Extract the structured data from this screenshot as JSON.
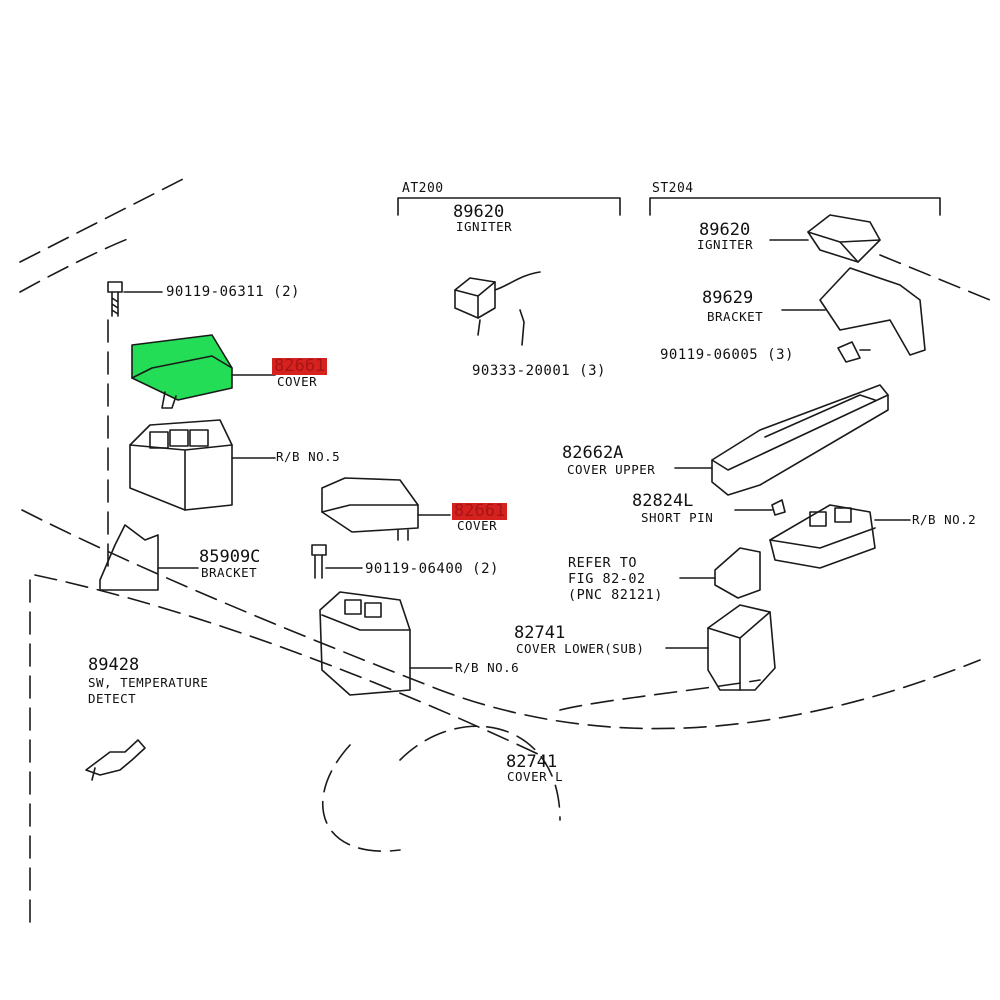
{
  "colors": {
    "line": "#1a1a1a",
    "highlight_part": "#22dd55",
    "highlight_label": "#d6221f"
  },
  "groups": {
    "at200": "AT200",
    "st204": "ST204"
  },
  "parts": {
    "igniter_at": {
      "number": "89620",
      "name": "IGNITER"
    },
    "igniter_st": {
      "number": "89620",
      "name": "IGNITER"
    },
    "bracket_st": {
      "number": "89629",
      "name": "BRACKET"
    },
    "bolt_st": {
      "number": "90119-06005 (3)"
    },
    "screw_at": {
      "number": "90333-20001 (3)"
    },
    "bolt_top": {
      "number": "90119-06311 (2)"
    },
    "cover_left": {
      "number": "82661",
      "name": "COVER"
    },
    "rb5": {
      "name": "R/B NO.5"
    },
    "cover_mid": {
      "number": "82661",
      "name": "COVER"
    },
    "cover_upper": {
      "number": "82662A",
      "name": "COVER UPPER"
    },
    "short_pin": {
      "number": "82824L",
      "name": "SHORT PIN"
    },
    "rb2": {
      "name": "R/B NO.2"
    },
    "bracket_left": {
      "number": "85909C",
      "name": "BRACKET"
    },
    "bolt_mid": {
      "number": "90119-06400 (2)"
    },
    "refer": {
      "line1": "REFER TO",
      "line2": "FIG 82-02",
      "line3": "(PNC 82121)"
    },
    "cover_lower_sub": {
      "number": "82741",
      "name": "COVER LOWER(SUB)"
    },
    "rb6": {
      "name": "R/B NO.6"
    },
    "temp_sw": {
      "number": "89428",
      "name1": "SW, TEMPERATURE",
      "name2": "DETECT"
    },
    "cover_lower_bottom": {
      "number": "82741",
      "name": "COVER L"
    }
  }
}
